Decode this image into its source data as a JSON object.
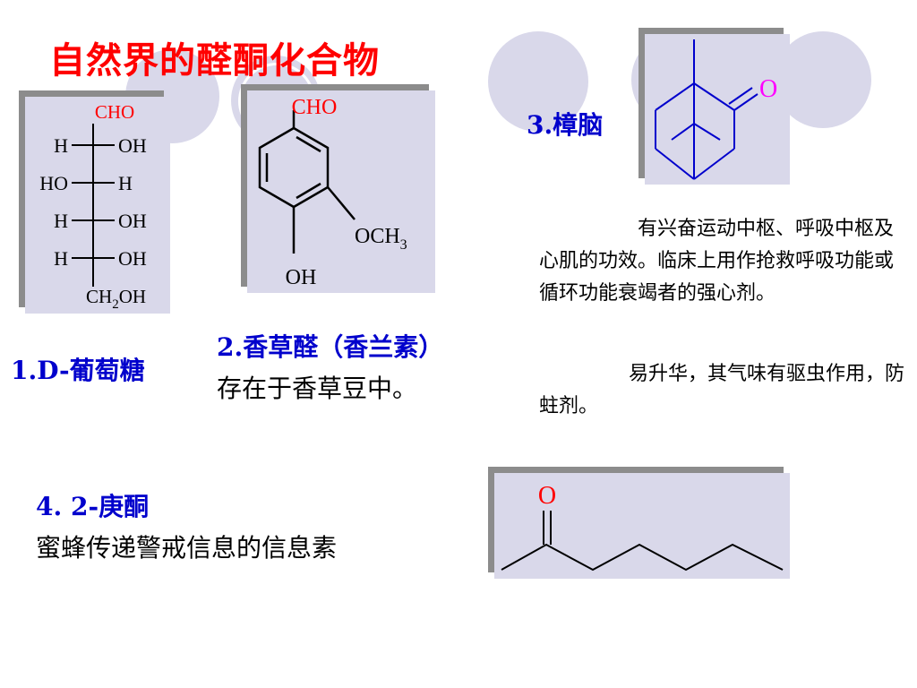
{
  "title": "自然界的醛酮化合物",
  "glucose": {
    "top": "CHO",
    "rows": [
      {
        "left": "H",
        "right": "OH"
      },
      {
        "left": "HO",
        "right": "H"
      },
      {
        "left": "H",
        "right": "OH"
      },
      {
        "left": "H",
        "right": "OH"
      }
    ],
    "bottom_main": "CH",
    "bottom_sub": "2",
    "bottom_tail": "OH",
    "label": "1.D-葡萄糖"
  },
  "vanillin": {
    "cho": "CHO",
    "och3_main": "OCH",
    "och3_sub": "3",
    "oh": "OH",
    "label": "2.香草醛（香兰素）",
    "desc": "存在于香草豆中。"
  },
  "camphor": {
    "oxygen": "O",
    "label": "3.樟脑",
    "para1": "有兴奋运动中枢、呼吸中枢及心肌的功效。临床上用作抢救呼吸功能或循环功能衰竭者的强心剂。",
    "para2": "易升华，其气味有驱虫作用，防蛀剂。"
  },
  "heptanone": {
    "oxygen": "O",
    "label": "4. 2-庚酮",
    "desc": "蜜蜂传递警戒信息的信息素"
  },
  "colors": {
    "title": "#ff0000",
    "label": "#0000cc",
    "oxygen": "#ff00ff",
    "bond_camphor": "#0000cc",
    "panel": "#d9d8ea"
  }
}
